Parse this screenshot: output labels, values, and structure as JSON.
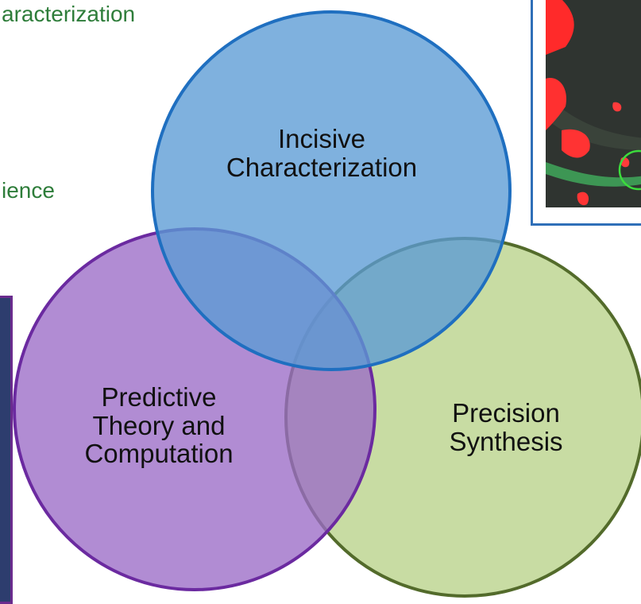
{
  "fragments": {
    "top": "aracterization",
    "middle": "ience"
  },
  "circles": {
    "incisive": {
      "label_line1": "Incisive",
      "label_line2": "Characterization",
      "fill": "#5b9bd5",
      "stroke": "#1f6fc0"
    },
    "predictive": {
      "label_line1": "Predictive",
      "label_line2": "Theory and",
      "label_line3": "Computation",
      "fill": "#9b6cc6",
      "stroke": "#6b2aa0"
    },
    "precision": {
      "label_line1": "Precision",
      "label_line2": "Synthesis",
      "fill": "#c3d99b",
      "stroke": "#536b2b"
    }
  },
  "icons": {
    "photo": "microscopy-image-icon",
    "left_panel": "simulation-image-icon"
  }
}
